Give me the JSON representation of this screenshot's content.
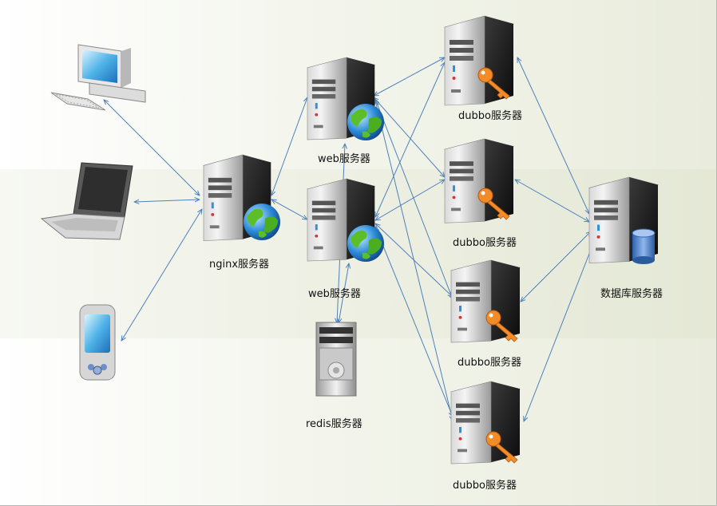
{
  "nodes": {
    "nginx": {
      "label": "nginx服务器"
    },
    "web1": {
      "label": "web服务器"
    },
    "web2": {
      "label": "web服务器"
    },
    "redis": {
      "label": "redis服务器"
    },
    "dubbo1": {
      "label": "dubbo服务器"
    },
    "dubbo2": {
      "label": "dubbo服务器"
    },
    "dubbo3": {
      "label": "dubbo服务器"
    },
    "dubbo4": {
      "label": "dubbo服务器"
    },
    "db": {
      "label": "数据库服务器"
    }
  },
  "clients": [
    "desktop-computer",
    "laptop",
    "mobile-device"
  ],
  "colors": {
    "connector": "#4f81bd",
    "server_dark": "#2a2a2a",
    "key": "#f28c28",
    "db_cylinder": "#4a7fc8"
  }
}
